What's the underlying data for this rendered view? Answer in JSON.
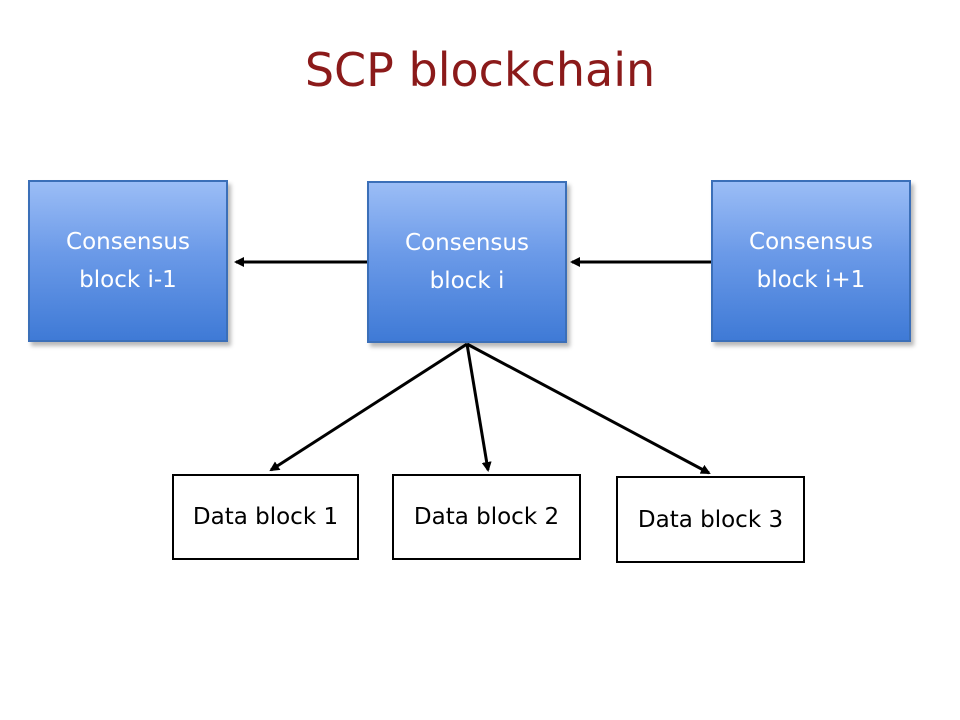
{
  "title": "SCP blockchain",
  "consensus_blocks": [
    {
      "line1": "Consensus",
      "line2": "block i-1"
    },
    {
      "line1": "Consensus",
      "line2": "block i"
    },
    {
      "line1": "Consensus",
      "line2": "block i+1"
    }
  ],
  "data_blocks": [
    {
      "label": "Data block 1"
    },
    {
      "label": "Data block 2"
    },
    {
      "label": "Data block 3"
    }
  ],
  "colors": {
    "title": "#8b1a1a",
    "consensus_fill_top": "#9bbdf6",
    "consensus_fill_bottom": "#3f7ad6",
    "consensus_border": "#3b6fb8",
    "arrow": "#000000"
  }
}
